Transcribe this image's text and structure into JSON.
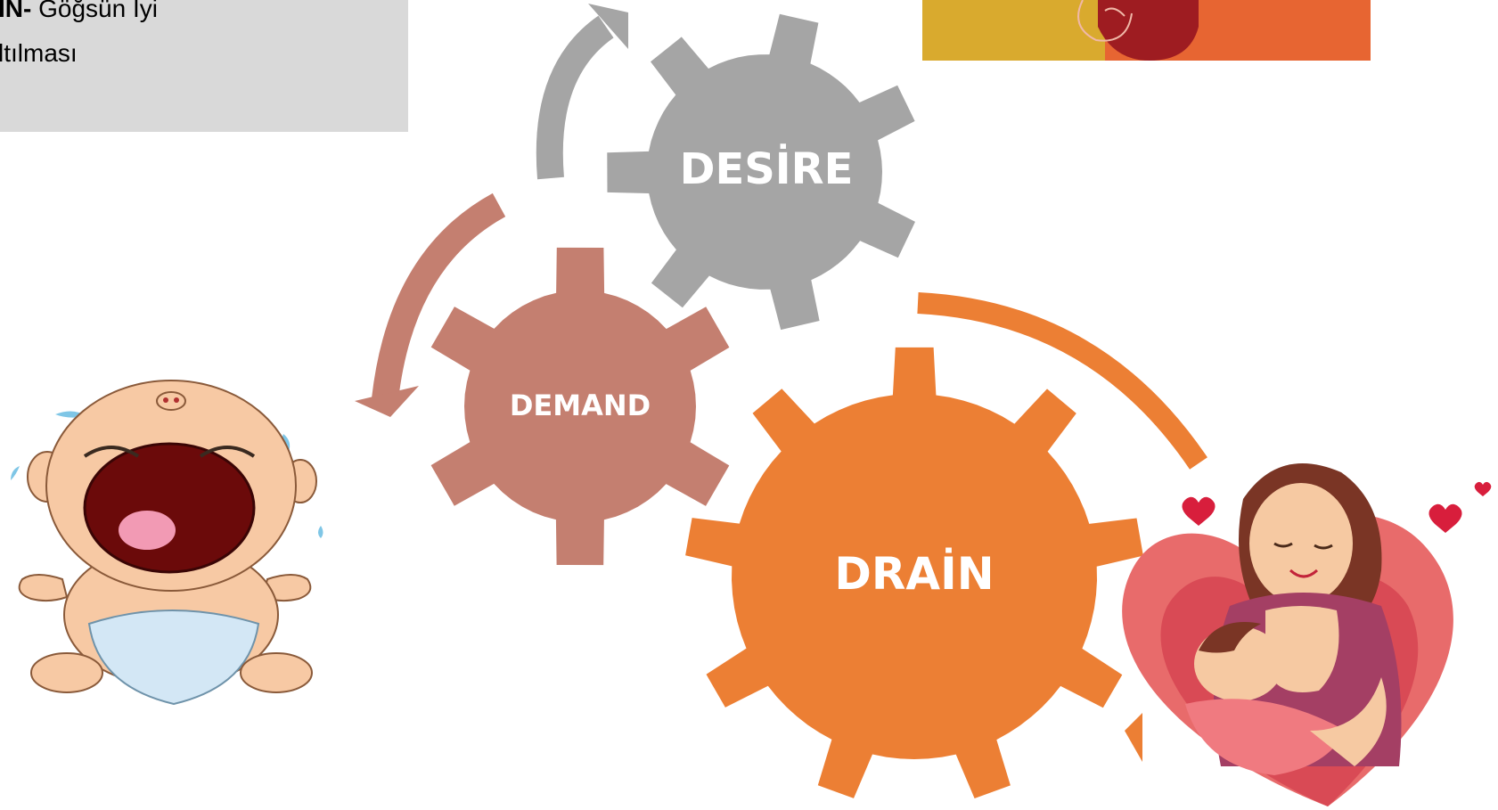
{
  "textbox": {
    "line1_bold": "IN-",
    "line1_rest": " Göğsün İyi",
    "line2": "ltılması"
  },
  "gears": {
    "desire": {
      "label": "DESİRE",
      "color": "#a5a5a5"
    },
    "demand": {
      "label": "DEMAND",
      "color": "#c47f70"
    },
    "drain": {
      "label": "DRAİN",
      "color": "#ec7f34"
    }
  },
  "arrows": {
    "gray_color": "#a5a5a5",
    "rose_color": "#c47f70",
    "orange_color": "#ec7f34"
  },
  "images": {
    "crying_baby": "crying-baby-illustration",
    "breastfeeding_mother": "breastfeeding-mother-illustration",
    "top_banner": "mother-baby-banner-illustration"
  }
}
